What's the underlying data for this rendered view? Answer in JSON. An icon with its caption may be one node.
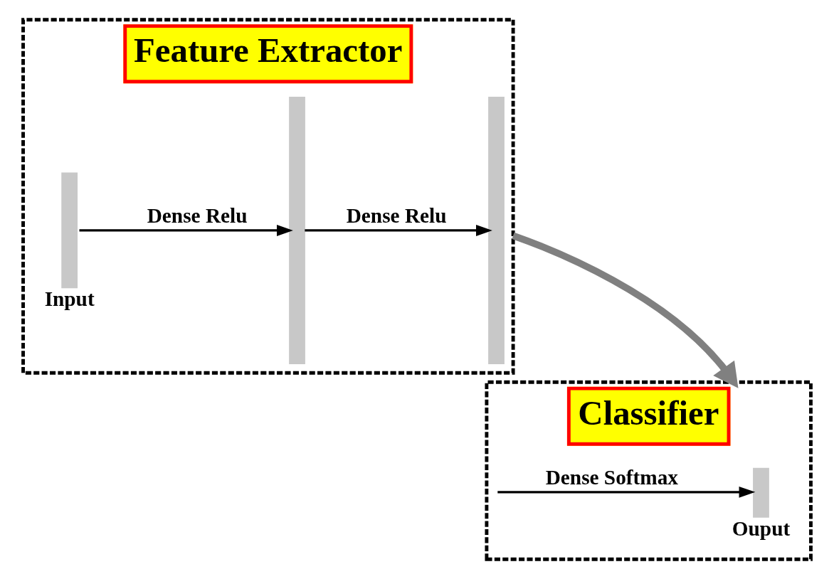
{
  "diagram": {
    "nodes": [
      {
        "text": [
          "Feature Extractor"
        ]
      },
      {
        "text": [],
        "shape": "bar",
        "in": 0,
        "beside": [
          "Input"
        ]
      },
      {
        "text": [],
        "shape": "bar",
        "in": 0
      },
      {
        "text": [],
        "shape": "bar",
        "in": 0
      },
      {
        "text": [
          "Classifier"
        ]
      },
      {
        "text": [],
        "shape": "bar",
        "in": 4,
        "beside": [
          "Ouput"
        ]
      }
    ],
    "edges": [
      {
        "from": 1,
        "to": 2,
        "arrow": "to",
        "label": "Dense Relu"
      },
      {
        "from": 2,
        "to": 3,
        "arrow": "to",
        "label": "Dense Relu"
      },
      {
        "from": 0,
        "to": 4,
        "arrow": "to",
        "style": "thick",
        "color": "#808080"
      },
      {
        "from": null,
        "to": 5,
        "arrow": "to",
        "label": "Dense Softmax"
      }
    ]
  }
}
